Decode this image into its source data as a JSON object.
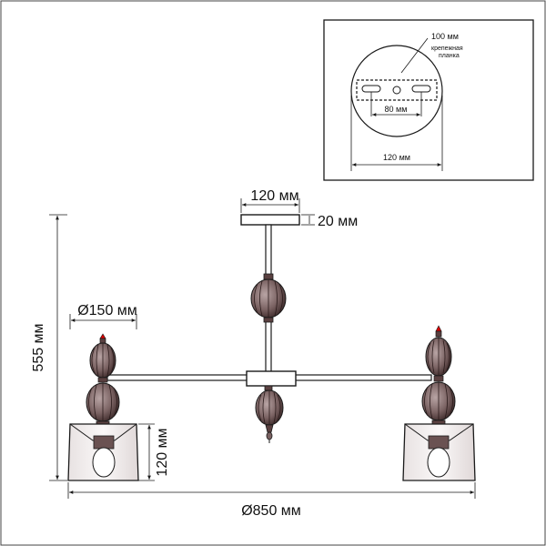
{
  "drawing": {
    "top_plate_width": "120 мм",
    "top_plate_height": "20 мм",
    "shade_diameter": "Ø150 мм",
    "shade_height": "120 мм",
    "total_height": "555 мм",
    "total_diameter": "Ø850 мм"
  },
  "inset": {
    "plate_dimension": "100 мм",
    "bracket_label_line1": "крепежная",
    "bracket_label_line2": "планка",
    "hole_spacing": "80 мм",
    "base_diameter": "120 мм"
  },
  "colors": {
    "line": "#1a1a1a",
    "glass": "#7a6262",
    "glass_dark": "#4a3232",
    "shade": "#f3efef",
    "accent": "#e00000"
  }
}
